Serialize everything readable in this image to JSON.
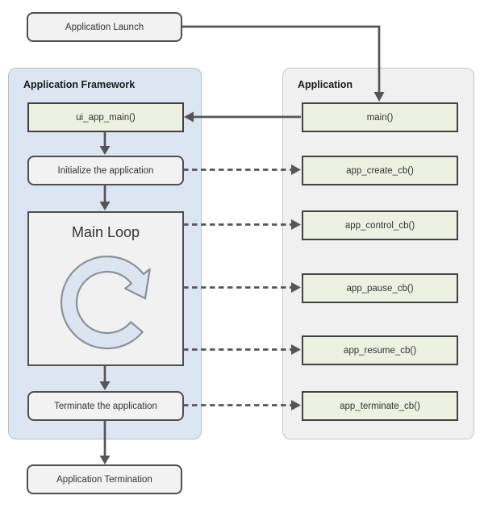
{
  "launch": {
    "label": "Application Launch"
  },
  "termination": {
    "label": "Application Termination"
  },
  "framework": {
    "title": "Application Framework",
    "ui_app_main": "ui_app_main()",
    "initialize": "Initialize the application",
    "main_loop": "Main Loop",
    "terminate": "Terminate the application"
  },
  "application": {
    "title": "Application",
    "main": "main()",
    "create": "app_create_cb()",
    "control": "app_control_cb()",
    "pause": "app_pause_cb()",
    "resume": "app_resume_cb()",
    "terminate": "app_terminate_cb()"
  },
  "icons": {
    "loop": "clockwise-loop-arrow"
  },
  "edges": [
    {
      "from": "Application Launch",
      "to": "main()",
      "style": "solid"
    },
    {
      "from": "main()",
      "to": "ui_app_main()",
      "style": "solid"
    },
    {
      "from": "ui_app_main()",
      "to": "Initialize the application",
      "style": "solid"
    },
    {
      "from": "Initialize the application",
      "to": "Main Loop",
      "style": "solid"
    },
    {
      "from": "Main Loop",
      "to": "Terminate the application",
      "style": "solid"
    },
    {
      "from": "Terminate the application",
      "to": "Application Termination",
      "style": "solid"
    },
    {
      "from": "Initialize the application",
      "to": "app_create_cb()",
      "style": "dashed"
    },
    {
      "from": "Main Loop",
      "to": "app_control_cb()",
      "style": "dashed"
    },
    {
      "from": "Main Loop",
      "to": "app_pause_cb()",
      "style": "dashed"
    },
    {
      "from": "Main Loop",
      "to": "app_resume_cb()",
      "style": "dashed"
    },
    {
      "from": "Terminate the application",
      "to": "app_terminate_cb()",
      "style": "dashed"
    }
  ],
  "colors": {
    "framework_fill": "#dce6f2",
    "framework_border": "#b4bfd0",
    "application_fill": "#f0f0f0",
    "application_border": "#c7c7c7",
    "code_box_fill": "#edf1e1",
    "plain_box_fill": "#f2f2f2",
    "box_border": "#4f4f4f",
    "connector": "#555557",
    "loop_icon_fill": "#dbe5f2",
    "loop_icon_stroke": "#8b9099"
  }
}
